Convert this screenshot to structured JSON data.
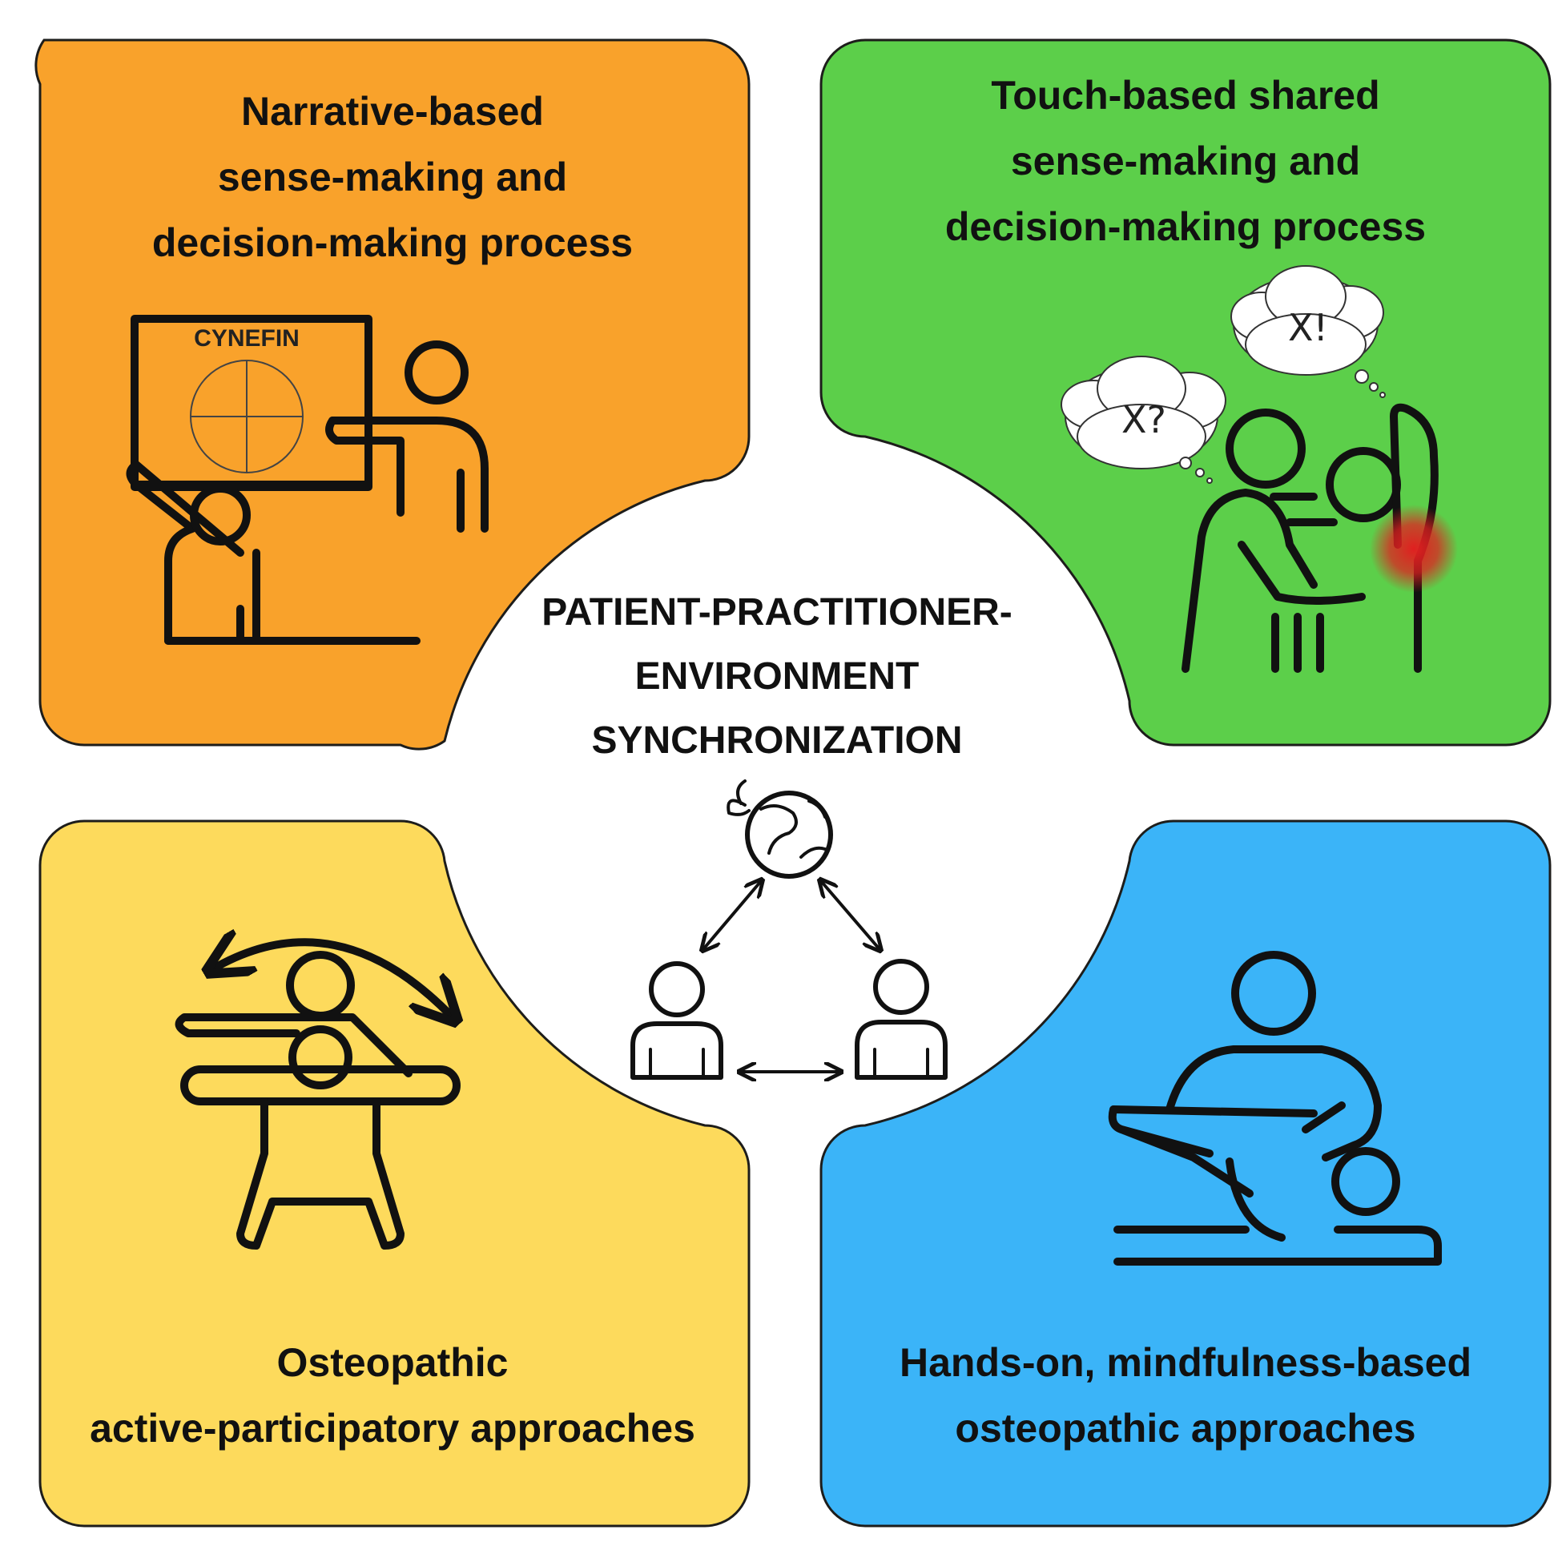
{
  "panels": {
    "top_left": {
      "lines": [
        "Narrative-based",
        "sense-making and",
        "decision-making process"
      ],
      "color": "#F9A22B",
      "board_label": "CYNEFIN"
    },
    "top_right": {
      "lines": [
        "Touch-based shared",
        "sense-making and",
        "decision-making process"
      ],
      "color": "#5CCF4A",
      "bubble_left": "X?",
      "bubble_right": "X!"
    },
    "bottom_left": {
      "lines": [
        "Osteopathic",
        "active-participatory approaches"
      ],
      "color": "#FDDA5C"
    },
    "bottom_right": {
      "lines": [
        "Hands-on, mindfulness-based",
        "osteopathic approaches"
      ],
      "color": "#3BB4F8"
    }
  },
  "center": {
    "lines": [
      "PATIENT-PRACTITIONER-",
      "ENVIRONMENT",
      "SYNCHRONIZATION"
    ]
  },
  "icons": {
    "top_left": "teaching-at-board-icon",
    "top_right": "touch-assessment-icon",
    "bottom_left": "movement-exercise-icon",
    "bottom_right": "hands-on-treatment-icon",
    "center": "globe-and-people-triangle-icon"
  },
  "accent": {
    "pain_spot": "#E02020"
  }
}
